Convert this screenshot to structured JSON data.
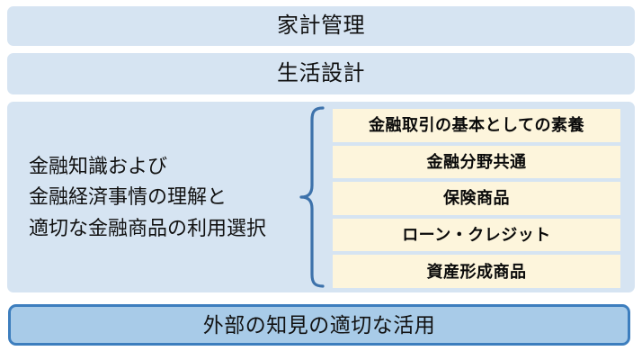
{
  "diagram": {
    "top_banners": [
      {
        "label": "家計管理"
      },
      {
        "label": "生活設計"
      }
    ],
    "middle": {
      "heading_lines": [
        "金融知識および",
        "金融経済事情の理解と",
        "適切な金融商品の利用選択"
      ],
      "connector": "left-curly-brace",
      "categories": [
        {
          "label": "金融取引の基本としての素養"
        },
        {
          "label": "金融分野共通"
        },
        {
          "label": "保険商品"
        },
        {
          "label": "ローン・クレジット"
        },
        {
          "label": "資産形成商品"
        }
      ]
    },
    "bottom_banner": {
      "label": "外部の知見の適切な活用"
    },
    "colors": {
      "banner_fill": "#d6e4f2",
      "panel_fill": "#d6e4f2",
      "category_fill": "#fdf5dc",
      "bottom_fill": "#a8cbe8",
      "bottom_border": "#3d7ebe",
      "brace_stroke": "#3d72ab",
      "page_background": "#ffffff",
      "text": "#111111"
    }
  }
}
